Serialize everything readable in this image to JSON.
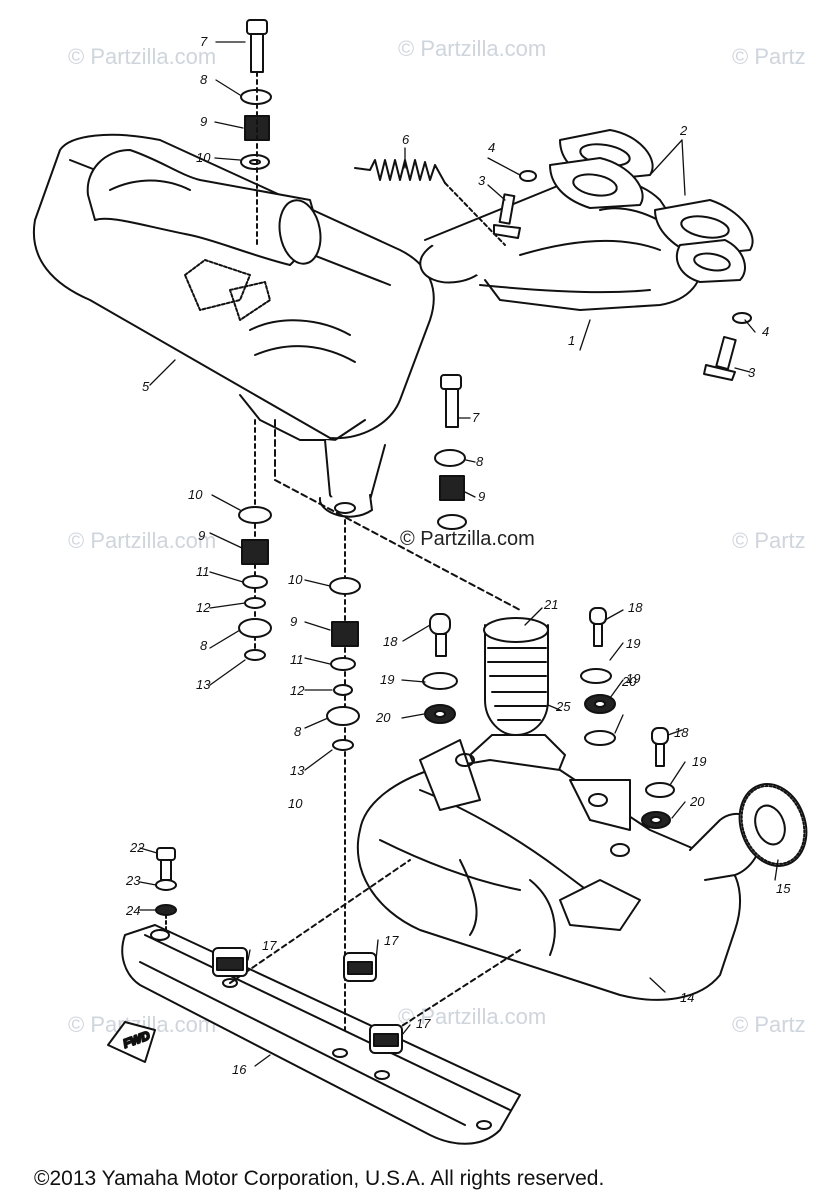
{
  "watermarks": {
    "top_left": "© Partzilla.com",
    "top_center": "© Partzilla.com",
    "top_right": "© Partz",
    "mid_left": "© Partzilla.com",
    "mid_center": "© Partzilla.com",
    "mid_right": "© Partz",
    "bottom_left": "© Partzilla.com",
    "bottom_center": "© Partzilla.com",
    "bottom_right": "© Partz"
  },
  "arrow_label": "FWD",
  "callouts": [
    "1",
    "2",
    "3",
    "3",
    "4",
    "4",
    "5",
    "6",
    "7",
    "7",
    "8",
    "8",
    "8",
    "8",
    "9",
    "9",
    "9",
    "9",
    "10",
    "10",
    "10",
    "10",
    "11",
    "11",
    "12",
    "12",
    "13",
    "13",
    "14",
    "15",
    "16",
    "17",
    "17",
    "17",
    "18",
    "18",
    "18",
    "19",
    "19",
    "19",
    "19",
    "20",
    "20",
    "20",
    "21",
    "22",
    "23",
    "24",
    "25"
  ],
  "copyright": "©2013 Yamaha Motor Corporation, U.S.A. All rights reserved."
}
